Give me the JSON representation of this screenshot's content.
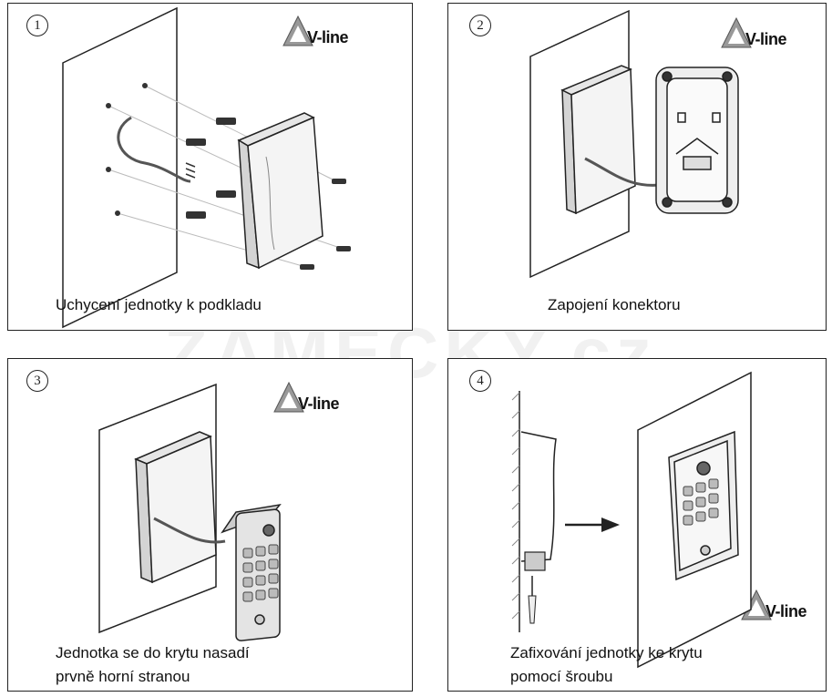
{
  "watermark": "ZAMECKY.cz",
  "logo_text": "V-line",
  "panels": [
    {
      "number": "1",
      "caption": [
        "Uchycení jednotky k podkladu"
      ]
    },
    {
      "number": "2",
      "caption": [
        "Zapojení konektoru"
      ]
    },
    {
      "number": "3",
      "caption": [
        "Jednotka se do krytu nasadí",
        "prvně horní stranou"
      ]
    },
    {
      "number": "4",
      "caption": [
        "Zafixování jednotky ke krytu",
        "pomocí šroubu"
      ]
    }
  ]
}
